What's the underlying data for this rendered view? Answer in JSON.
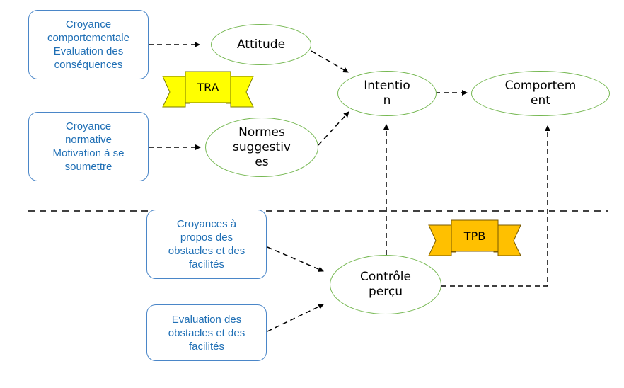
{
  "boxes": {
    "croyance_comportementale": [
      "Croyance",
      "comportementale",
      "Evaluation des",
      "conséquences"
    ],
    "croyance_normative": [
      "Croyance",
      "normative",
      "Motivation à se",
      "soumettre"
    ],
    "croyances_obstacles": [
      "Croyances à",
      "propos des",
      "obstacles et des",
      "facilités"
    ],
    "evaluation_obstacles": [
      "Evaluation des",
      "obstacles et des",
      "facilités"
    ]
  },
  "nodes": {
    "attitude": [
      "Attitude"
    ],
    "normes": [
      "Normes",
      "suggestiv",
      "es"
    ],
    "intention": [
      "Intentio",
      "n"
    ],
    "comportement": [
      "Comportem",
      "ent"
    ],
    "controle": [
      "Contrôle",
      "perçu"
    ]
  },
  "banners": {
    "tra": {
      "label": "TRA",
      "color": "#ffff00"
    },
    "tpb": {
      "label": "TPB",
      "color": "#ffc000"
    }
  },
  "colors": {
    "box_border": "#4a86c8",
    "box_text": "#1f6fb5",
    "ellipse_border": "#76b852"
  }
}
